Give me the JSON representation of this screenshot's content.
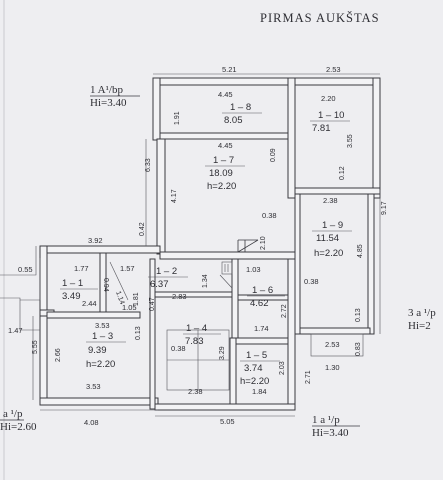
{
  "title": "PIRMAS AUKŠTAS",
  "annotations": [
    {
      "line1": "1 A¹/bp",
      "line2": "Hi=3.40"
    },
    {
      "line1": "3 a ¹/p",
      "line2": "Hi=2"
    },
    {
      "line1": "a ¹/p",
      "line2": "Hi=2.60"
    },
    {
      "line1": "1 a ¹/p",
      "line2": "Hi=3.40"
    }
  ],
  "rooms": [
    {
      "id": "1 – 8",
      "area": "8.05",
      "height": ""
    },
    {
      "id": "1 – 10",
      "area": "7.81",
      "height": ""
    },
    {
      "id": "1 – 7",
      "area": "18.09",
      "height": "h=2.20"
    },
    {
      "id": "1 – 9",
      "area": "11.54",
      "height": "h=2.20"
    },
    {
      "id": "1 – 1",
      "area": "3.49",
      "height": ""
    },
    {
      "id": "1 – 2",
      "area": "6.37",
      "height": ""
    },
    {
      "id": "1 – 6",
      "area": "4.62",
      "height": ""
    },
    {
      "id": "1 – 3",
      "area": "9.39",
      "height": "h=2.20"
    },
    {
      "id": "1 – 4",
      "area": "7.83",
      "height": ""
    },
    {
      "id": "1 – 5",
      "area": "3.74",
      "height": "h=2.20"
    }
  ],
  "dimensions": [
    "5.21",
    "2.53",
    "4.45",
    "2.20",
    "1.91",
    "3.55",
    "4.45",
    "6.33",
    "0.09",
    "0.12",
    "2.38",
    "9.17",
    "4.17",
    "0.38",
    "3.92",
    "0.42",
    "2.10",
    "4.85",
    "1.77",
    "1.57",
    "0.55",
    "0.94",
    "1.81",
    "1.34",
    "1.03",
    "0.38",
    "2.44",
    "2.83",
    "1.14",
    "1.05",
    "0.47",
    "2.72",
    "0.13",
    "1.47",
    "3.53",
    "0.13",
    "1.74",
    "2.53",
    "0.83",
    "5.55",
    "2.66",
    "0.38",
    "3.29",
    "2.03",
    "2.71",
    "1.30",
    "3.53",
    "2.38",
    "1.84",
    "4.08",
    "5.05"
  ]
}
